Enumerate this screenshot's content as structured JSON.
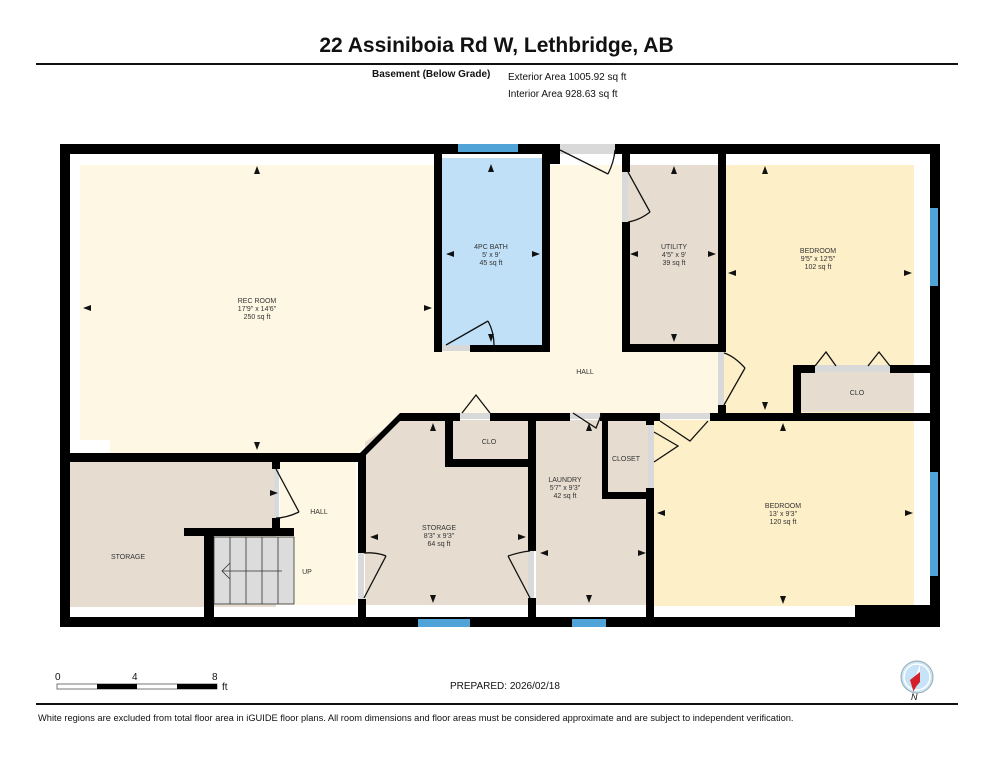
{
  "header": {
    "title": "22 Assiniboia Rd W, Lethbridge, AB",
    "floor_name": "Basement (Below Grade)",
    "exterior_area": "Exterior Area 1005.92 sq ft",
    "interior_area": "Interior Area 928.63 sq ft"
  },
  "rooms": [
    {
      "name": "REC ROOM",
      "dims": "17'9\" x 14'6\"",
      "area": "250 sq ft"
    },
    {
      "name": "4PC BATH",
      "dims": "5' x 9'",
      "area": "45 sq ft"
    },
    {
      "name": "UTILITY",
      "dims": "4'5\" x 9'",
      "area": "39 sq ft"
    },
    {
      "name": "BEDROOM",
      "dims": "9'5\" x 12'5\"",
      "area": "102 sq ft"
    },
    {
      "name": "HALL",
      "dims": "",
      "area": ""
    },
    {
      "name": "CLO",
      "dims": "",
      "area": ""
    },
    {
      "name": "CLO",
      "dims": "",
      "area": ""
    },
    {
      "name": "LAUNDRY",
      "dims": "5'7\" x 9'3\"",
      "area": "42 sq ft"
    },
    {
      "name": "CLOSET",
      "dims": "",
      "area": ""
    },
    {
      "name": "BEDROOM",
      "dims": "13' x 9'3\"",
      "area": "120 sq ft"
    },
    {
      "name": "STORAGE",
      "dims": "8'3\" x 9'3\"",
      "area": "64 sq ft"
    },
    {
      "name": "HALL",
      "dims": "",
      "area": ""
    },
    {
      "name": "STORAGE",
      "dims": "",
      "area": ""
    },
    {
      "name": "UP",
      "dims": "",
      "area": ""
    }
  ],
  "colors": {
    "wall": "#000000",
    "rec_hall": "#fdf7e3",
    "bath": "#bfe0f7",
    "utility_storage": "#e6ddd0",
    "bedroom": "#fdefc8",
    "window": "#4fa3d6",
    "door_gap": "#d9d9d9"
  },
  "scale_bar": {
    "labels": [
      "0",
      "4",
      "8"
    ],
    "unit": "ft"
  },
  "footer": {
    "prepared": "PREPARED: 2026/02/18",
    "compass_label": "N",
    "disclaimer": "White regions are excluded from total floor area in iGUIDE floor plans. All room dimensions and floor areas must be considered approximate and are subject to independent verification."
  }
}
